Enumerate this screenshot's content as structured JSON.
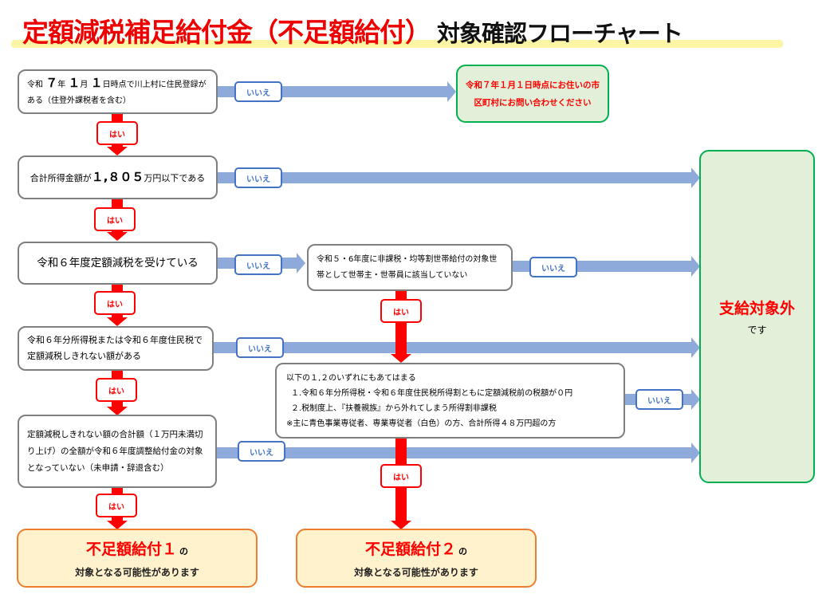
{
  "title": {
    "main": "定額減税補足給付金（不足額給付）",
    "sub": "対象確認フローチャート"
  },
  "labels": {
    "yes": "はい",
    "no": "いいえ"
  },
  "questions": {
    "q1": {
      "line1_pre": "令和",
      "num1": "７",
      "mid1": "年",
      "num2": "１",
      "mid2": "月",
      "num3": "１",
      "line1_post": "日時点で川上村に住民登録がある（住登外課税者を含む）"
    },
    "q2": {
      "pre": "合計所得金額が",
      "num": "１,８０５",
      "post": "万円以下である"
    },
    "q3": {
      "text": "令和６年度定額減税を受けている"
    },
    "q3b": {
      "text": "令和５・6年度に非課税・均等割世帯給付の対象世帯として世帯主・世帯員に該当していない"
    },
    "q4": {
      "text": "令和６年分所得税または令和６年度住民税で定額減税しきれない額がある"
    },
    "q4b": {
      "heading": "以下の１,２のいずれにもあてはまる",
      "item1": "１.令和６年分所得税・令和６年度住民税所得割ともに定額減税前の税額が０円",
      "item2": "２.税制度上、『扶養親族』から外れてしまう所得割非課税",
      "note": "※主に青色事業専従者、専業専従者（白色）の方、合計所得４８万円超の方"
    },
    "q5": {
      "text": "定額減税しきれない額の合計額（１万円未満切り上げ）の全額が令和６年度調整給付金の対象となっていない（未申請・辞退含む）"
    }
  },
  "results": {
    "contact": "令和７年１月１日時点にお住いの市区町村にお問い合わせください",
    "not_eligible": {
      "main": "支給対象外",
      "sub": "です"
    },
    "benefit1": {
      "main": "不足額給付１",
      "particle": "の",
      "sub": "対象となる可能性があります"
    },
    "benefit2": {
      "main": "不足額給付２",
      "particle": "の",
      "sub": "対象となる可能性があります"
    }
  },
  "colors": {
    "title_red": "#ee0000",
    "yes_red": "#ff0000",
    "no_blue": "#4472c4",
    "arrow_blue": "#8eaadb",
    "green_border": "#00b050",
    "green_fill": "#e2efd9",
    "orange_border": "#ed7d31",
    "orange_fill": "#fff2cc"
  }
}
